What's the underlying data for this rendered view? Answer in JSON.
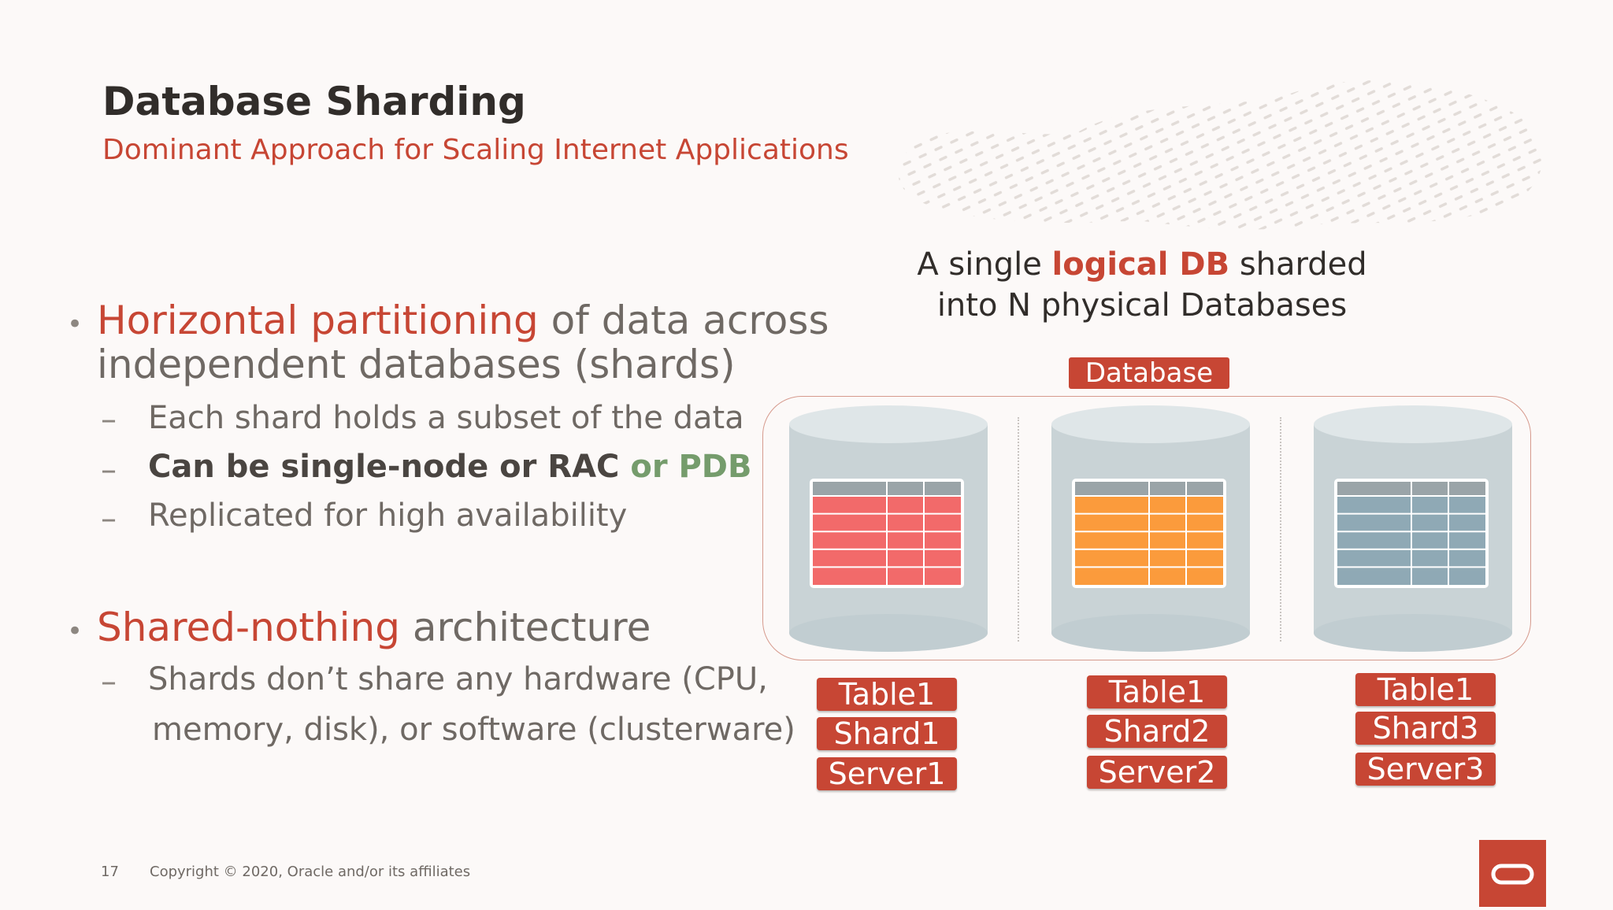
{
  "title": "Database Sharding",
  "subtitle": "Dominant Approach for Scaling Internet Applications",
  "bullets": {
    "b1": {
      "highlight": "Horizontal partitioning",
      "rest": " of data across",
      "line2": "independent databases (shards)"
    },
    "b1_subs": [
      "Each shard holds a subset of the data",
      "Can be single-node or RAC",
      " or PDB",
      "Replicated for high availability"
    ],
    "b2": {
      "highlight": "Shared-nothing",
      "rest": " architecture"
    },
    "b2_sub": {
      "line1": "Shards don’t share any hardware (CPU,",
      "line2": "memory, disk), or software (clusterware)"
    },
    "bullet_char": "•",
    "dash_char": "–"
  },
  "diagram": {
    "caption_pre": "A single ",
    "caption_hl": "logical DB",
    "caption_post": " sharded",
    "caption_line2": "into N physical Databases",
    "database_label": "Database",
    "shards": [
      {
        "table": "Table1",
        "shard": "Shard1",
        "server": "Server1",
        "color": "#f26a6a"
      },
      {
        "table": "Table1",
        "shard": "Shard2",
        "server": "Server2",
        "color": "#fb9b3c"
      },
      {
        "table": "Table1",
        "shard": "Shard3",
        "server": "Server3",
        "color": "#8fa9b5"
      }
    ]
  },
  "footer": {
    "page_number": "17",
    "copyright": "Copyright © 2020, Oracle and/or its affiliates"
  },
  "colors": {
    "accent": "#c74634",
    "green": "#759c6c",
    "text": "#312d2a"
  }
}
